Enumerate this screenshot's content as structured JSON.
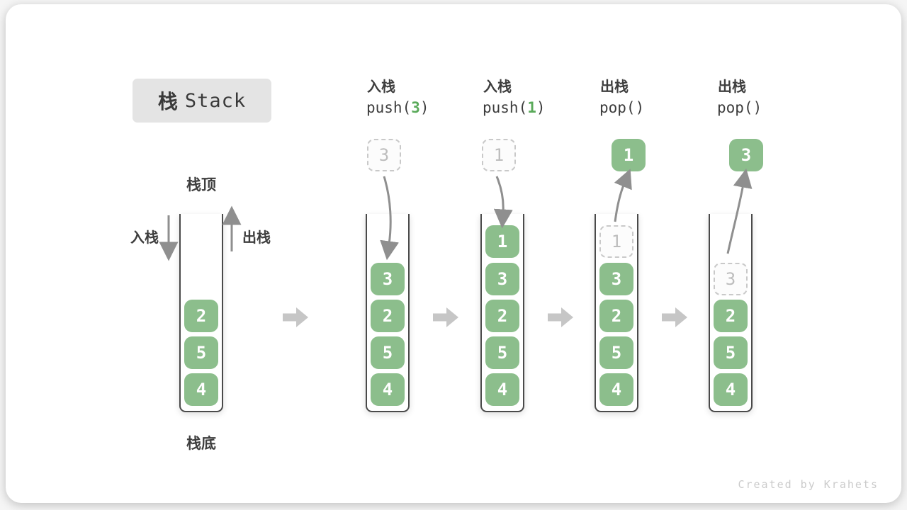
{
  "title": {
    "zh": "栈",
    "en": "Stack"
  },
  "legend": {
    "stack_top": "栈顶",
    "stack_bottom": "栈底",
    "push_label": "入栈",
    "pop_label": "出栈"
  },
  "colors": {
    "element_green": "#8CBE8C",
    "code_arg_green": "#5AAA5A",
    "container_wall": "#4A4A4A",
    "arrow_gray": "#8F8F8F",
    "transition_arrow_gray": "#C6C6C6",
    "ghost_gray": "#BDBDBD"
  },
  "steps": [
    {
      "elements": [
        "2",
        "5",
        "4"
      ]
    },
    {
      "op_line1": "入栈",
      "op_pre": "push(",
      "op_arg": "3",
      "op_post": ")",
      "incoming": "3",
      "elements": [
        "3",
        "2",
        "5",
        "4"
      ]
    },
    {
      "op_line1": "入栈",
      "op_pre": "push(",
      "op_arg": "1",
      "op_post": ")",
      "incoming": "1",
      "elements": [
        "1",
        "3",
        "2",
        "5",
        "4"
      ]
    },
    {
      "op_line1": "出栈",
      "op_pre": "pop()",
      "op_arg": "",
      "op_post": "",
      "outgoing": "1",
      "ghost": "1",
      "elements": [
        "3",
        "2",
        "5",
        "4"
      ]
    },
    {
      "op_line1": "出栈",
      "op_pre": "pop()",
      "op_arg": "",
      "op_post": "",
      "outgoing": "3",
      "ghost": "3",
      "elements": [
        "2",
        "5",
        "4"
      ]
    }
  ],
  "watermark": "Created by Krahets"
}
